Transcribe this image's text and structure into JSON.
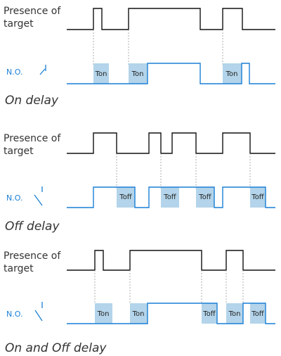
{
  "colors": {
    "target_signal": "#111111",
    "output_signal": "#1a7fd6",
    "delay_box": "#b3d4ea",
    "guide_line": "#999999"
  },
  "panels": [
    {
      "target_label_line1": "Presence of",
      "target_label_line2": "target",
      "output_label": "N.O.",
      "caption": "On delay",
      "boxes": [
        "Ton",
        "Ton",
        "Ton"
      ]
    },
    {
      "target_label_line1": "Presence of",
      "target_label_line2": "target",
      "output_label": "N.O.",
      "caption": "Off delay",
      "boxes": [
        "Toff",
        "Toff",
        "Toff",
        "Toff"
      ]
    },
    {
      "target_label_line1": "Presence of",
      "target_label_line2": "target",
      "output_label": "N.O.",
      "caption": "On and Off delay",
      "boxes": [
        "Ton",
        "Ton",
        "Toff",
        "Ton",
        "Toff"
      ]
    }
  ]
}
